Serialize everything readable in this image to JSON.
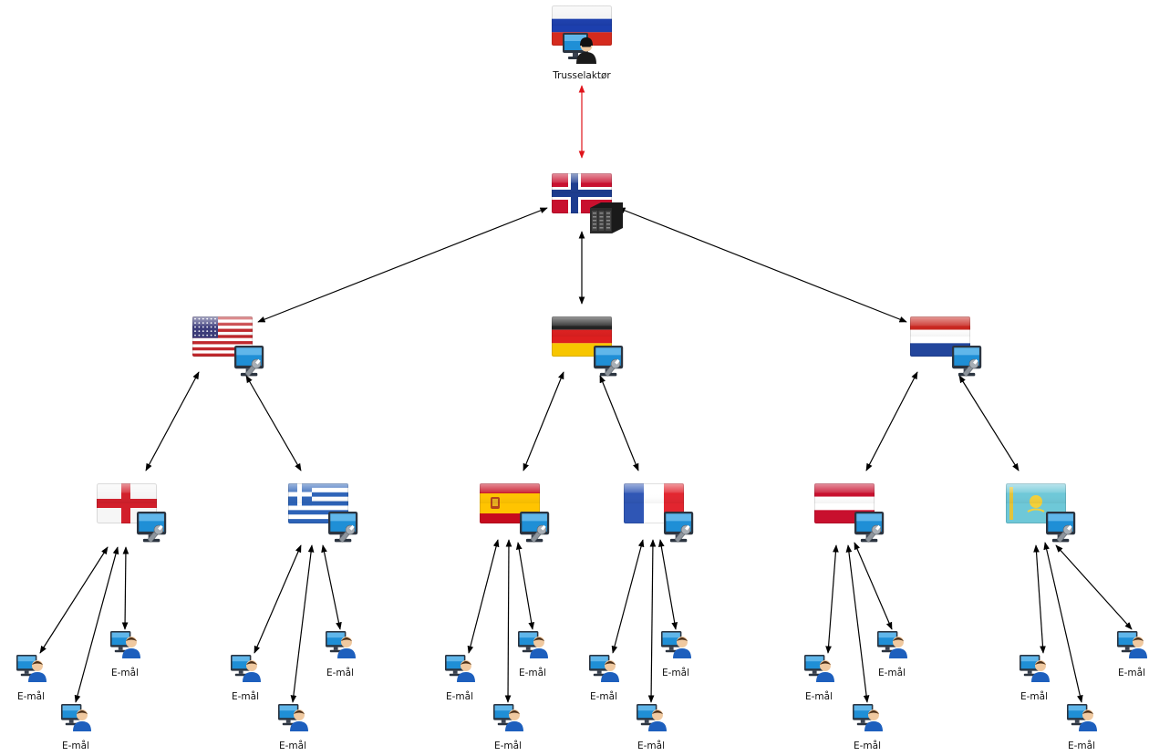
{
  "nodes": {
    "actor": {
      "flag": "russia",
      "icon": "hacker-icon",
      "label": "Trusselaktør"
    },
    "hub": {
      "flag": "norway",
      "icon": "server-rack-icon"
    },
    "relays_l1": [
      {
        "flag": "usa",
        "icon": "managed-computer-icon"
      },
      {
        "flag": "germany",
        "icon": "managed-computer-icon"
      },
      {
        "flag": "netherlands",
        "icon": "managed-computer-icon"
      }
    ],
    "relays_l2": [
      {
        "flag": "england",
        "icon": "managed-computer-icon"
      },
      {
        "flag": "greece",
        "icon": "managed-computer-icon"
      },
      {
        "flag": "spain",
        "icon": "managed-computer-icon"
      },
      {
        "flag": "france",
        "icon": "managed-computer-icon"
      },
      {
        "flag": "austria",
        "icon": "managed-computer-icon"
      },
      {
        "flag": "kazakhstan",
        "icon": "managed-computer-icon"
      }
    ],
    "target_label": "E-mål",
    "target_icon": "user-computer-icon"
  },
  "colors": {
    "actor_link": "#e0141b",
    "link": "#000000"
  }
}
